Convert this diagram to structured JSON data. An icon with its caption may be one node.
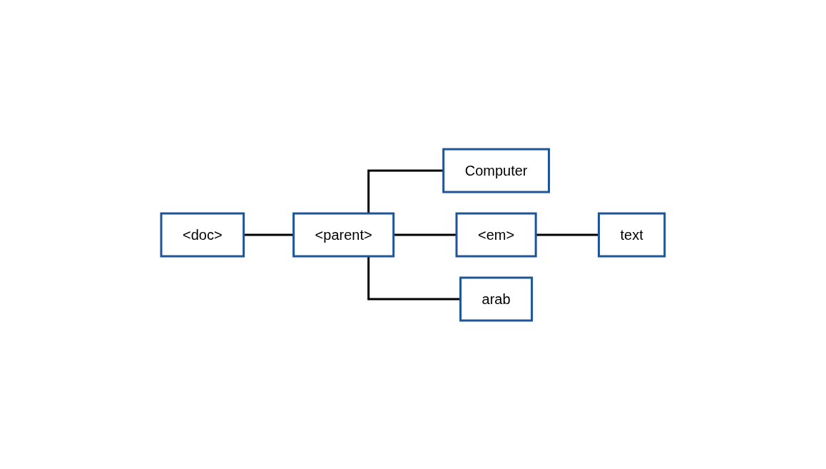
{
  "diagram": {
    "nodes": [
      {
        "text": [
          "<doc>"
        ]
      },
      {
        "text": [
          "<parent>"
        ]
      },
      {
        "text": [
          "Computer"
        ]
      },
      {
        "text": [
          "<em>"
        ]
      },
      {
        "text": [
          "text"
        ]
      },
      {
        "text": [
          "arab"
        ]
      }
    ],
    "edges": [
      {
        "from": 0,
        "to": 1,
        "arrow": "none"
      },
      {
        "from": 1,
        "to": 2,
        "arrow": "none"
      },
      {
        "from": 1,
        "to": 3,
        "arrow": "none"
      },
      {
        "from": 3,
        "to": 4,
        "arrow": "none"
      },
      {
        "from": 1,
        "to": 5,
        "arrow": "none"
      }
    ]
  }
}
